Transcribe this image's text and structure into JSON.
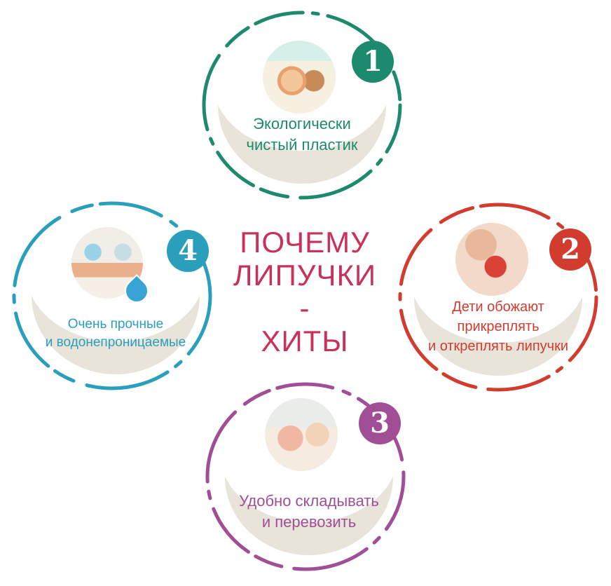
{
  "center_title": {
    "line1": "ПОЧЕМУ",
    "line2": "ЛИПУЧКИ",
    "line3": "-",
    "line4": "ХИТЫ"
  },
  "items": [
    {
      "number": "1",
      "color": "#1e8a6d",
      "lines": [
        "Экологически",
        "чистый пластик"
      ]
    },
    {
      "number": "2",
      "color": "#d23c2e",
      "lines": [
        "Дети обожают",
        "прикреплять",
        "и откреплять липучки"
      ]
    },
    {
      "number": "3",
      "color": "#a04e96",
      "lines": [
        "Удобно складывать",
        "и перевозить"
      ]
    },
    {
      "number": "4",
      "color": "#2a9fbb",
      "lines": [
        "Очень прочные",
        "и водонепроницаемые"
      ]
    }
  ],
  "colors": {
    "crescent": "#e8e4da",
    "title": "#c8325a",
    "drop": "#3aa3d6"
  }
}
